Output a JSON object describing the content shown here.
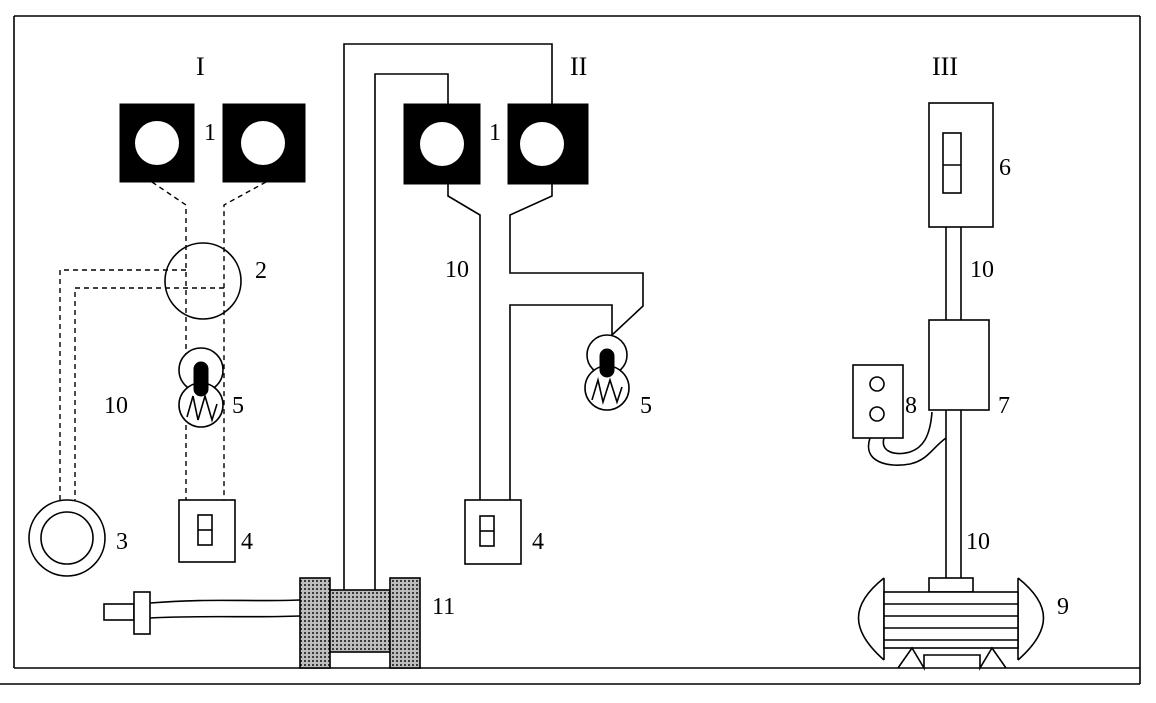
{
  "sections": {
    "first": "I",
    "second": "II",
    "third": "III"
  },
  "labels": {
    "s1_socket": "1",
    "s1_junction": "2",
    "s1_ring": "3",
    "s1_switch": "4",
    "s1_lamp": "5",
    "s1_wire": "10",
    "s2_socket": "1",
    "s2_wire": "10",
    "s2_lamp": "5",
    "s2_switch": "4",
    "reel": "11",
    "s3_switch_box": "6",
    "s3_wire_top": "10",
    "s3_box": "7",
    "s3_outlet": "8",
    "s3_wire_bottom": "10",
    "s3_motor": "9"
  }
}
